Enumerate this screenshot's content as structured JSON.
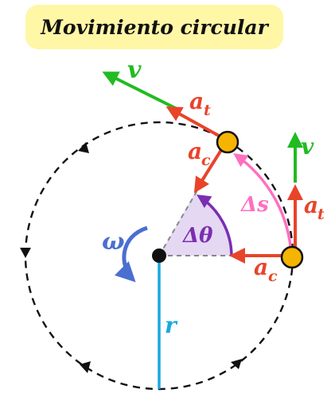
{
  "title": "Movimiento circular",
  "labels": {
    "v_top": "v",
    "v_right": "v",
    "at_top": "a",
    "at_top_sub": "t",
    "at_right": "a",
    "at_right_sub": "t",
    "ac_top": "a",
    "ac_top_sub": "c",
    "ac_right": "a",
    "ac_right_sub": "c",
    "delta_s": "Δs",
    "delta_theta": "Δθ",
    "omega": "ω",
    "radius": "r"
  },
  "colors": {
    "title_bg": "#fff6a6",
    "velocity": "#22bb22",
    "tangential_accel": "#e8442a",
    "centripetal_accel": "#e8442a",
    "arc_length": "#ff6fc0",
    "angle": "#7a2fb0",
    "angle_fill": "#e5d8f3",
    "omega": "#4a6fd0",
    "radius": "#1aa8e0",
    "particle": "#f5b400",
    "circle": "#111111"
  }
}
